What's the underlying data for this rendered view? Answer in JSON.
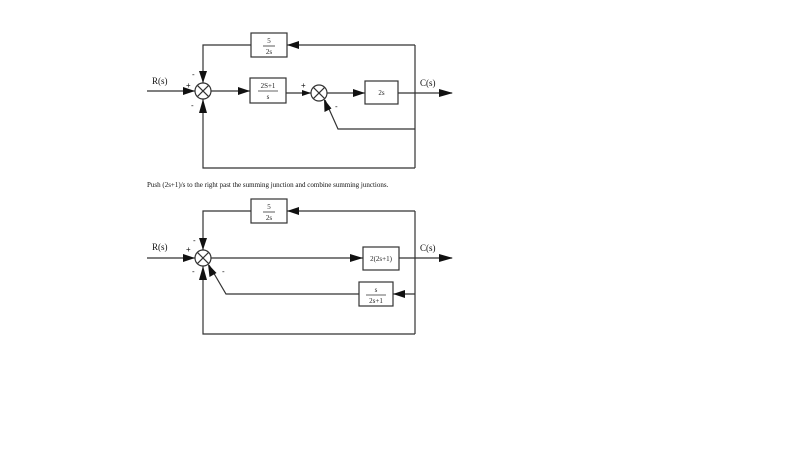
{
  "diagram1": {
    "input_label": "R(s)",
    "output_label": "C(s)",
    "feedback_block": {
      "num": "5",
      "den": "2s"
    },
    "forward_block1": {
      "num": "2S+1",
      "den": "s"
    },
    "forward_block2": {
      "text": "2s"
    },
    "junction1_signs": {
      "left": "+",
      "top": "-",
      "bottom": "-"
    },
    "junction2_signs": {
      "left": "+",
      "bottom": "-"
    }
  },
  "caption": "Push (2s+1)/s to the right past the summing junction and combine summing junctions.",
  "diagram2": {
    "input_label": "R(s)",
    "output_label": "C(s)",
    "feedback_block": {
      "num": "5",
      "den": "2s"
    },
    "forward_block": {
      "text": "2(2s+1)"
    },
    "inner_feedback_block": {
      "num": "s",
      "den": "2s+1"
    },
    "junction_signs": {
      "left": "+",
      "top": "-",
      "bottom": "-",
      "diag": "-"
    }
  }
}
